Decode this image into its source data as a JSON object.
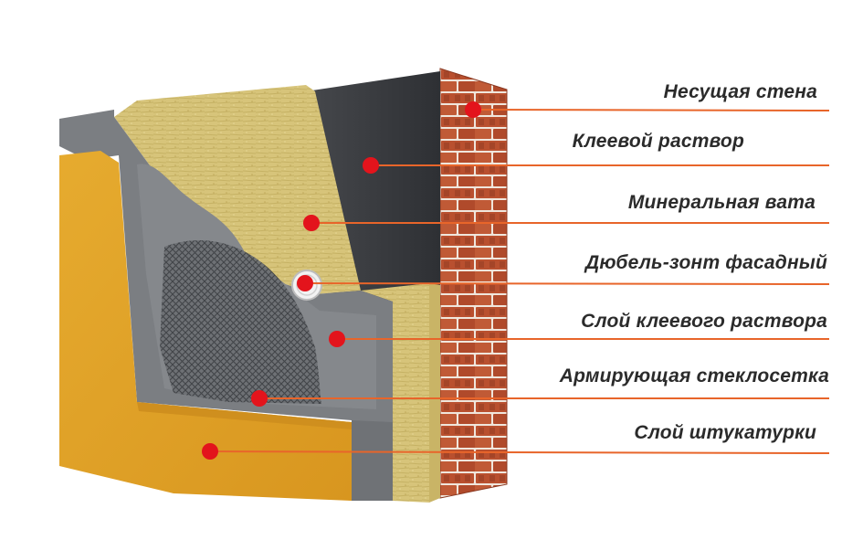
{
  "diagram": {
    "type": "facade insulation layers cross-section",
    "colors": {
      "marker": "#e3141c",
      "leader_line": "#e8652a",
      "brick": "#b9502f",
      "mortar_joint": "#f0e6dc",
      "plaster": "#e0a52a",
      "mineral_wool": "#d9c77d",
      "adhesive": "#7a7d80",
      "base_wall": "#3e4044",
      "mesh": "#5b5e62"
    },
    "layers": [
      {
        "id": "load-bearing-wall",
        "label": "Несущая стена"
      },
      {
        "id": "adhesive-mortar",
        "label": "Клеевой раствор"
      },
      {
        "id": "mineral-wool",
        "label": "Минеральная вата"
      },
      {
        "id": "facade-dowel",
        "label": "Дюбель-зонт фасадный"
      },
      {
        "id": "adhesive-layer",
        "label": "Слой клеевого раствора"
      },
      {
        "id": "reinforcing-mesh",
        "label": "Армирующая стеклосетка"
      },
      {
        "id": "plaster-layer",
        "label": "Слой штукатурки"
      }
    ]
  }
}
